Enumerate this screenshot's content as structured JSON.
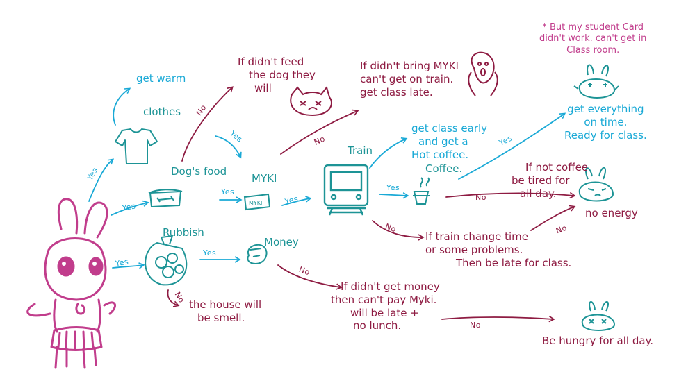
{
  "colors": {
    "positive": "#19a9d6",
    "negative": "#8e1b42",
    "icons": "#1d9496",
    "bunny": "#c13d8c"
  },
  "nodes": {
    "get_warm": "get warm",
    "clothes": "clothes",
    "dogs_food": "Dog's food",
    "rubbish": "Rubbish",
    "myki": "MYKI",
    "money": "Money",
    "train": "Train",
    "coffee": "Coffee.",
    "dog_outcome": [
      "If didn't feed",
      "the dog they",
      "will"
    ],
    "myki_outcome": [
      "If didn't bring MYKI",
      "can't get on train.",
      "get class late."
    ],
    "class_early": [
      "get class early",
      "and get a",
      "Hot coffee."
    ],
    "on_time": [
      "get everything",
      "on time.",
      "Ready for class."
    ],
    "student_card_note": [
      "* But my student Card",
      "didn't work. can't get in",
      "Class room."
    ],
    "no_coffee": [
      "If not coffee",
      "be tired for",
      "all day."
    ],
    "no_energy": "no energy",
    "train_change": [
      "If train change time",
      "or some problems.",
      "Then be late for class."
    ],
    "house_smell": [
      "the house will",
      "be smell."
    ],
    "no_money": [
      "If didn't get money",
      "then can't pay Myki.",
      "will be late +",
      "no lunch."
    ],
    "hungry": "Be hungry for all day."
  },
  "edge_labels": {
    "yes": "Yes",
    "no": "No"
  },
  "icons": [
    "bunny-character",
    "shirt-icon",
    "dog-bowl-icon",
    "rubbish-bag-icon",
    "myki-card-icon",
    "coin-purse-icon",
    "train-icon",
    "coffee-cup-icon",
    "cat-face-icon",
    "screaming-face-icon",
    "bunny-face-happy-icon",
    "bunny-face-tired-icon",
    "bunny-face-dizzy-icon"
  ]
}
